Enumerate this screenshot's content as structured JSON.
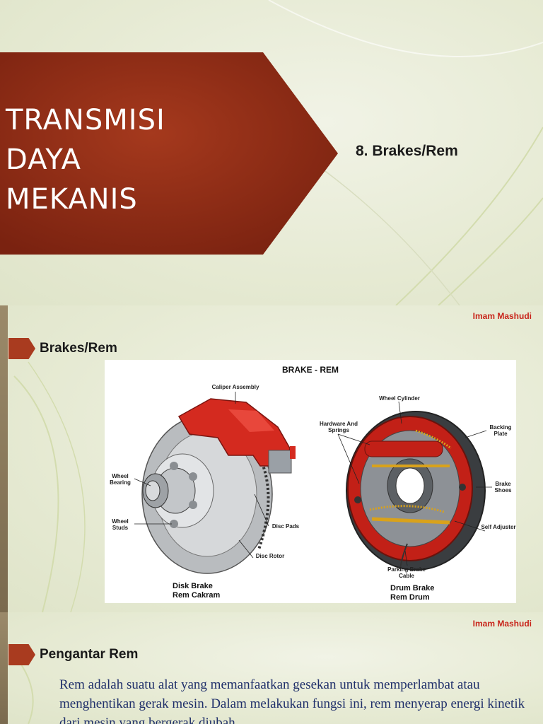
{
  "slide1": {
    "title_lines": [
      "TRANSMISI",
      "DAYA",
      "MEKANIS"
    ],
    "subtitle": "8. Brakes/Rem"
  },
  "slide2": {
    "author": "Imam Mashudi",
    "heading": "Brakes/Rem",
    "figure": {
      "title": "BRAKE - REM",
      "labels": {
        "caliper_assembly": "Caliper Assembly",
        "wheel_bearing": "Wheel Bearing",
        "wheel_studs": "Wheel Studs",
        "disc_pads": "Disc Pads",
        "disc_rotor": "Disc Rotor",
        "wheel_cylinder": "Wheel Cylinder",
        "hardware_springs": "Hardware And Springs",
        "backing_plate": "Backing Plate",
        "brake_shoes": "Brake Shoes",
        "self_adjuster": "Self Adjuster",
        "parking_brake_cable": "Parking Brake Cable"
      },
      "disk_caption": [
        "Disk Brake",
        "Rem Cakram"
      ],
      "drum_caption": [
        "Drum Brake",
        "Rem Drum"
      ]
    }
  },
  "slide3": {
    "author": "Imam Mashudi",
    "heading": "Pengantar Rem",
    "body": "Rem adalah suatu alat yang memanfaatkan gesekan untuk memperlambat atau menghentikan gerak mesin. Dalam melakukan fungsi ini, rem menyerap energi kinetik dari mesin yang bergerak diubah"
  },
  "colors": {
    "banner": "#8e2a16",
    "accent_red": "#c8241a",
    "arrow_tab": "#a93b1f",
    "body_text": "#1f2f6a"
  }
}
